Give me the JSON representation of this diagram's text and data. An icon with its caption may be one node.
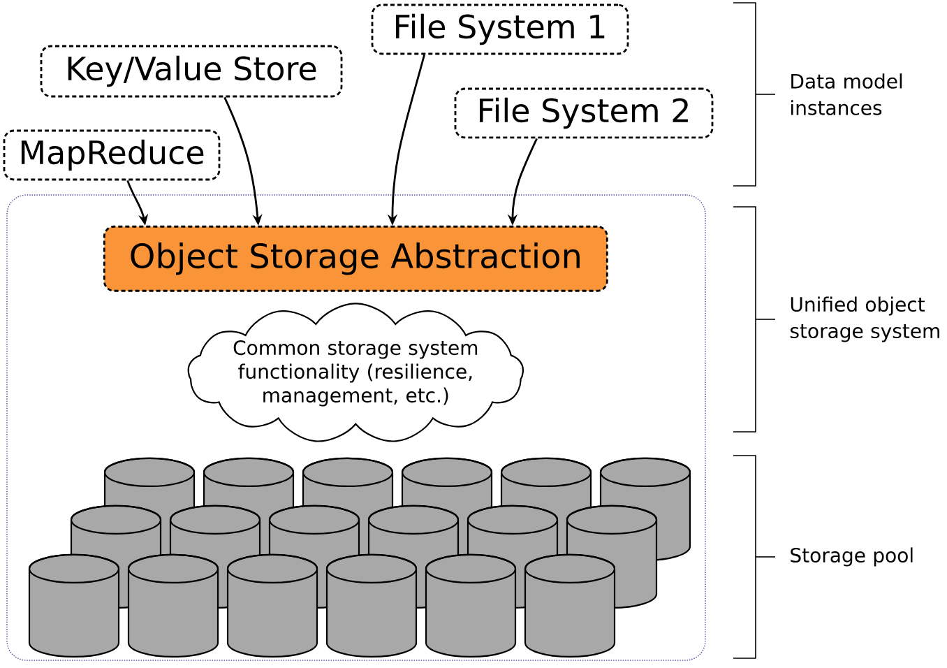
{
  "diagram": {
    "nodes": [
      {
        "text": [
          "MapReduce"
        ]
      },
      {
        "text": [
          "Key/Value Store"
        ]
      },
      {
        "text": [
          "File System 1"
        ]
      },
      {
        "text": [
          "File System 2"
        ]
      },
      {
        "text": [],
        "shape": "box"
      },
      {
        "text": [
          "Object Storage Abstraction"
        ],
        "in": 4
      },
      {
        "text": [
          "Common storage system functionality (resilience, management, etc.)"
        ],
        "in": 4
      }
    ],
    "edges": [
      {
        "from": 0,
        "to": 5,
        "arrow": "to"
      },
      {
        "from": 1,
        "to": 5,
        "arrow": "to"
      },
      {
        "from": 2,
        "to": 5,
        "arrow": "to"
      },
      {
        "from": 3,
        "to": 5,
        "arrow": "to"
      }
    ],
    "labels": [
      "Data model instances",
      "Unified object storage system",
      "Storage pool"
    ]
  }
}
